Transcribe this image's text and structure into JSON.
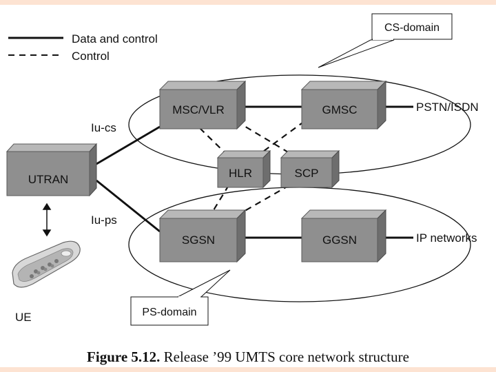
{
  "legend": {
    "solid_label": "Data and control",
    "dashed_label": "Control"
  },
  "callouts": {
    "cs_domain": "CS-domain",
    "ps_domain": "PS-domain"
  },
  "nodes": {
    "msc_vlr": "MSC/VLR",
    "gmsc": "GMSC",
    "hlr": "HLR",
    "scp": "SCP",
    "utran": "UTRAN",
    "sgsn": "SGSN",
    "ggsn": "GGSN"
  },
  "interfaces": {
    "iu_cs": "Iu-cs",
    "iu_ps": "Iu-ps"
  },
  "external": {
    "pstn": "PSTN/ISDN",
    "ip": "IP networks"
  },
  "ue_label": "UE",
  "caption": {
    "figure": "Figure 5.12.",
    "text": "Release ’99 UMTS core network structure"
  },
  "colors": {
    "background": "#fde3d2",
    "node": "#8f8f8f"
  }
}
